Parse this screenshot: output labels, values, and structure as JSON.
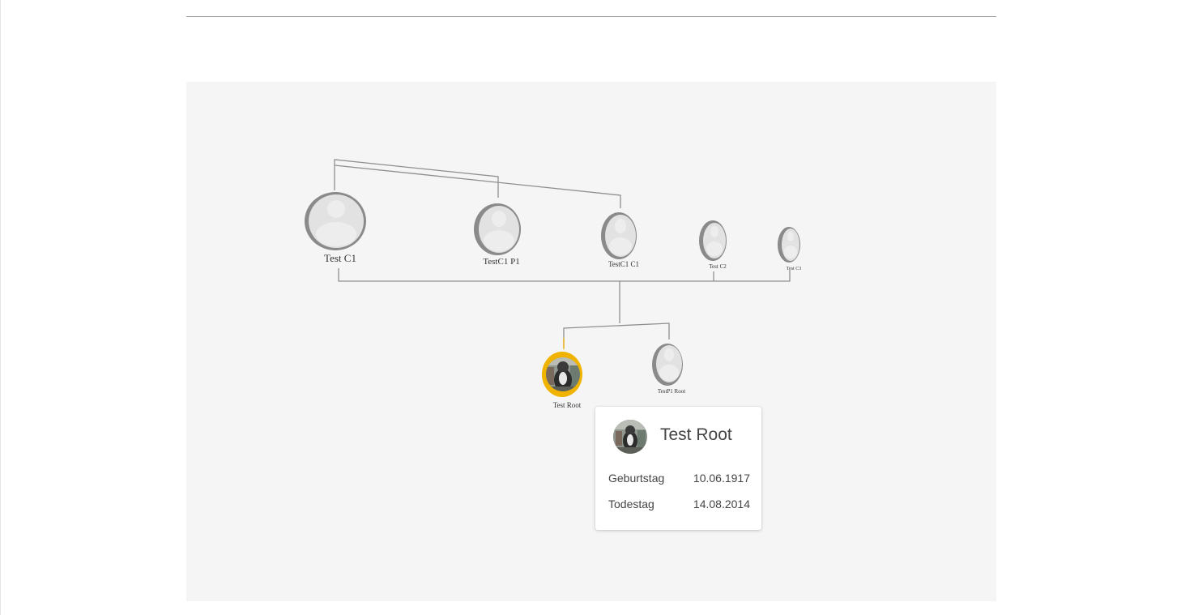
{
  "tree": {
    "nodes": [
      {
        "id": "test-c1",
        "label": "Test C1",
        "photo": false
      },
      {
        "id": "testc1-p1",
        "label": "TestC1 P1",
        "photo": false
      },
      {
        "id": "testc1-c1",
        "label": "TestC1 C1",
        "photo": false
      },
      {
        "id": "test-c2",
        "label": "Test C2",
        "photo": false
      },
      {
        "id": "test-c3",
        "label": "Test C3",
        "photo": false
      },
      {
        "id": "test-root",
        "label": "Test Root",
        "photo": true,
        "selected": true
      },
      {
        "id": "testp1-root",
        "label": "TestP1 Root",
        "photo": false
      }
    ],
    "colors": {
      "ring": "#8a8a8a",
      "selected_ring": "#f0b400",
      "line": "#8f8f8f",
      "avatar_fill": "#e2e2e2"
    }
  },
  "card": {
    "name": "Test Root",
    "rows": [
      {
        "label": "Geburtstag",
        "value": "10.06.1917"
      },
      {
        "label": "Todestag",
        "value": "14.08.2014"
      }
    ]
  }
}
